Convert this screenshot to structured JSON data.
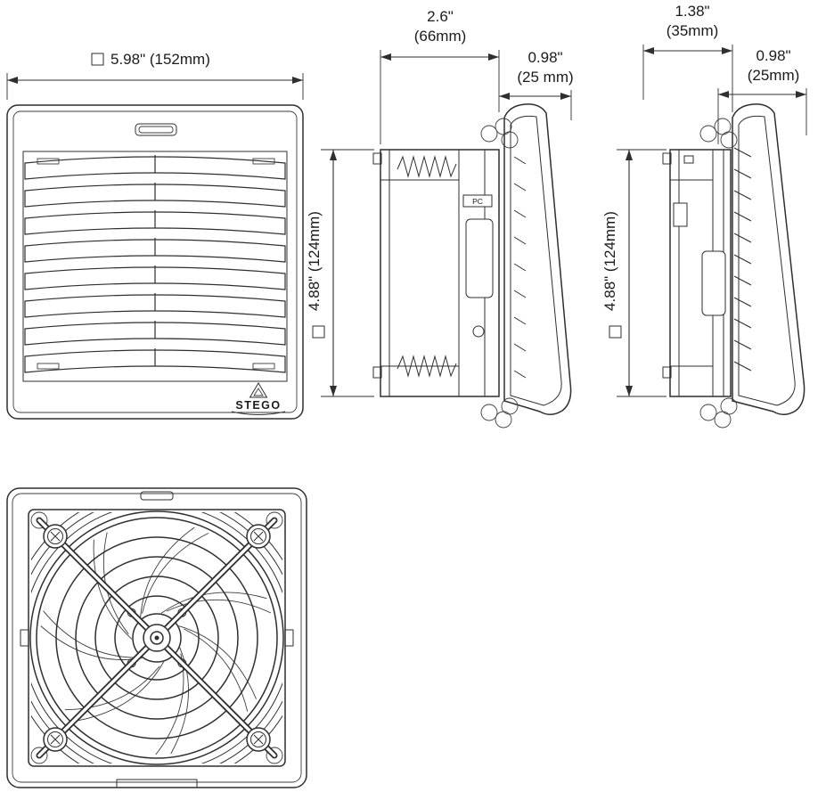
{
  "diagram": {
    "brand": "STEGO",
    "hood_marking": "PC"
  },
  "dimensions": {
    "front_width": "5.98\" (152mm)",
    "front_height": "4.88\" (124mm)",
    "slim_height": "4.88\" (124mm)",
    "side_depth_in": "2.6\"",
    "side_depth_mm": "(66mm)",
    "side_hood_in": "0.98\"",
    "side_hood_mm": "(25 mm)",
    "slim_depth_in": "1.38\"",
    "slim_depth_mm": "(35mm)",
    "slim_hood_in": "0.98\"",
    "slim_hood_mm": "(25mm)"
  }
}
